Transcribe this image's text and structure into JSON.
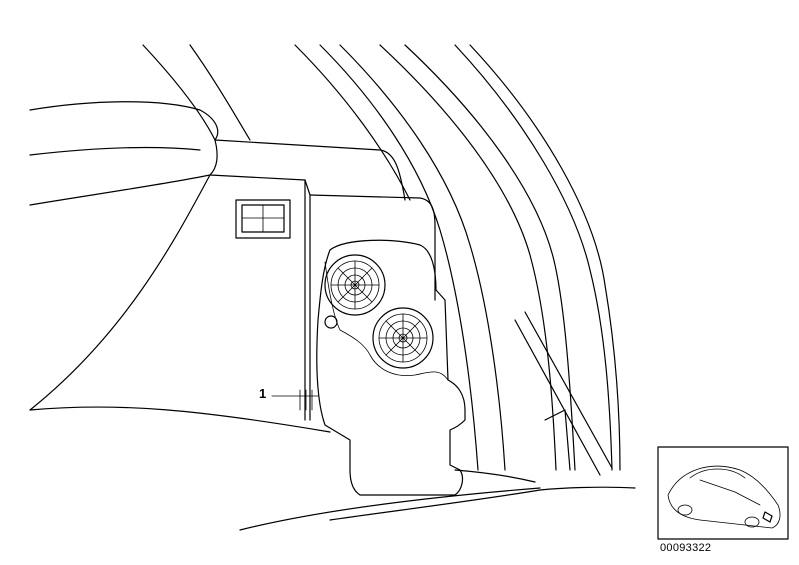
{
  "diagram": {
    "callouts": [
      {
        "id": "1",
        "label": "1"
      }
    ],
    "reference_number": "00093322",
    "inset_icon": "car-overview-icon"
  }
}
